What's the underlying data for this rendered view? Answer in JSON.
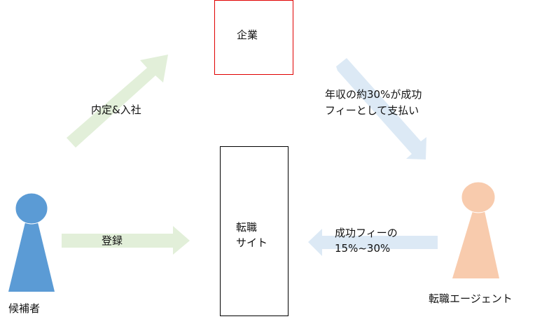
{
  "nodes": {
    "company": "企業",
    "site_line1": "転職",
    "site_line2": "サイト",
    "candidate": "候補者",
    "agent": "転職エージェント"
  },
  "edges": {
    "offer": "内定&入社",
    "register": "登録",
    "fee_to_agent_line1": "年収の約30%が成功",
    "fee_to_agent_line2": "フィーとして支払い",
    "fee_to_site_line1": "成功フィーの",
    "fee_to_site_line2": "15%~30%"
  },
  "colors": {
    "green_arrow": "#e2efd9",
    "blue_arrow": "#dce9f5",
    "candidate": "#5b9bd5",
    "agent": "#f8cbad",
    "company_border": "#e00000"
  }
}
